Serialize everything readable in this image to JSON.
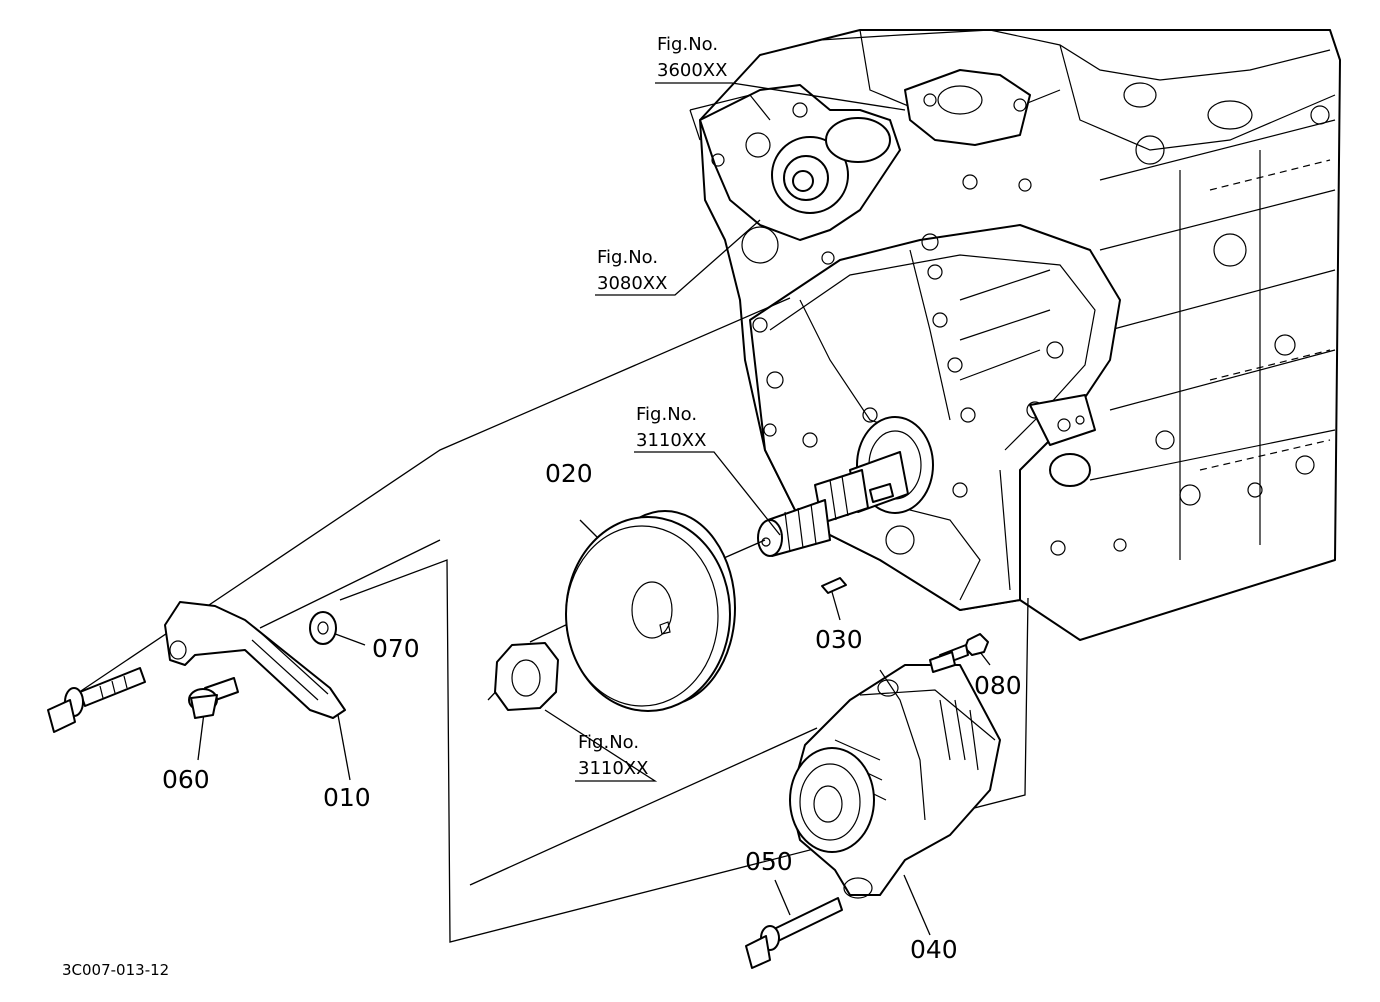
{
  "drawing_code": "3C007-013-12",
  "callouts": [
    {
      "id": "010",
      "label": "010"
    },
    {
      "id": "020",
      "label": "020"
    },
    {
      "id": "030",
      "label": "030"
    },
    {
      "id": "040",
      "label": "040"
    },
    {
      "id": "050",
      "label": "050"
    },
    {
      "id": "060",
      "label": "060"
    },
    {
      "id": "070",
      "label": "070"
    },
    {
      "id": "080",
      "label": "080"
    }
  ],
  "fig_refs": [
    {
      "line1": "Fig.No.",
      "line2": "3600XX"
    },
    {
      "line1": "Fig.No.",
      "line2": "3080XX"
    },
    {
      "line1": "Fig.No.",
      "line2": "3110XX"
    },
    {
      "line1": "Fig.No.",
      "line2": "3110XX"
    }
  ]
}
